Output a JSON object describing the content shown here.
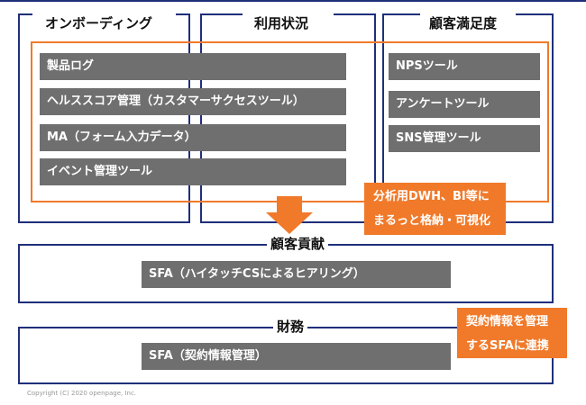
{
  "panels": {
    "onboarding": {
      "title": "オンボーディング"
    },
    "usage": {
      "title": "利用状況"
    },
    "satisfaction": {
      "title": "顧客満足度"
    }
  },
  "bars": {
    "product_log": "製品ログ",
    "health_score": "ヘルススコア管理（カスタマーサクセスツール）",
    "ma": "MA（フォーム入力データ）",
    "event": "イベント管理ツール",
    "nps": "NPSツール",
    "survey": "アンケートツール",
    "sns": "SNS管理ツール"
  },
  "callouts": {
    "analysis_line1": "分析用DWH、BI等に",
    "analysis_line2": "まるっと格納・可視化",
    "contract_line1": "契約情報を管理",
    "contract_line2": "するSFAに連携"
  },
  "contribution": {
    "title": "顧客貢献",
    "bar": "SFA（ハイタッチCSによるヒアリング）"
  },
  "finance": {
    "title": "財務",
    "bar": "SFA（契約情報管理）"
  },
  "footer": {
    "copyright": "Copyright (C) 2020 openpage, Inc."
  },
  "colors": {
    "navy": "#1f2f7a",
    "orange": "#f07a2a",
    "bar_gray": "#6f6f6f"
  }
}
